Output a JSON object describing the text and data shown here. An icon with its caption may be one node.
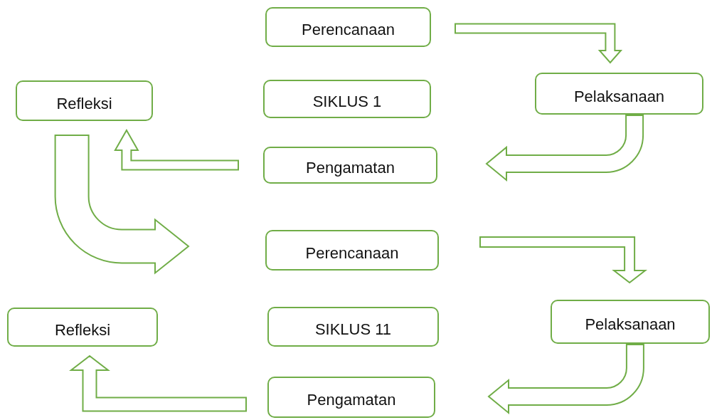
{
  "diagram": {
    "nodes": [
      {
        "text": [
          "Perencanaan"
        ]
      },
      {
        "text": [
          "Refleksi"
        ]
      },
      {
        "text": [
          "SIKLUS 1"
        ]
      },
      {
        "text": [
          "Pelaksanaan"
        ]
      },
      {
        "text": [
          "Pengamatan"
        ]
      },
      {
        "text": [
          "Perencanaan"
        ]
      },
      {
        "text": [
          "Pelaksanaan"
        ]
      },
      {
        "text": [
          "Refleksi"
        ]
      },
      {
        "text": [
          "SIKLUS 11"
        ]
      },
      {
        "text": [
          "Pengamatan"
        ]
      }
    ],
    "edges": [
      {
        "from": 0,
        "to": 3,
        "arrow": "to"
      },
      {
        "from": 3,
        "to": 4,
        "arrow": "to"
      },
      {
        "from": 4,
        "to": 1,
        "arrow": "to"
      },
      {
        "from": 1,
        "to": 5,
        "arrow": "to"
      },
      {
        "from": 5,
        "to": 6,
        "arrow": "to"
      },
      {
        "from": 6,
        "to": 9,
        "arrow": "to"
      },
      {
        "from": 9,
        "to": 7,
        "arrow": "to"
      }
    ]
  }
}
